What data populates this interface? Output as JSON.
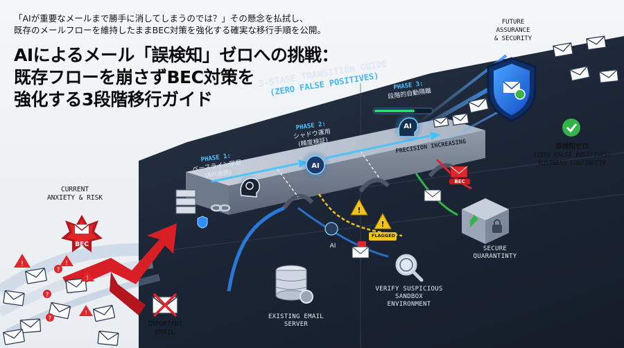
{
  "header": {
    "subtitle_line1": "「AIが重要なメールまで勝手に消してしまうのでは？」その懸念を払拭し、",
    "subtitle_line2": "既存のメールフローを維持したままBEC対策を強化する確実な移行手順を公開。",
    "title_line1": "AIによるメール「誤検知」ゼロへの挑戦：",
    "title_line2": "既存フローを崩さずBEC対策を",
    "title_line3": "強化する3段階移行ガイド"
  },
  "guide": {
    "title": "3-STAGE TRANSITION GUIDE",
    "subtitle": "(ZERO FALSE POSITIVES)"
  },
  "phases": [
    {
      "name": "PHASE 1:",
      "desc1": "ベースライン学習",
      "desc2": "(API連携)"
    },
    {
      "name": "PHASE 2:",
      "desc1": "シャドウ運用",
      "desc2": "(精度検証)"
    },
    {
      "name": "PHASE 3:",
      "desc1": "段階的自動隔離",
      "desc2": ""
    }
  ],
  "left": {
    "risk_line1": "CURRENT",
    "risk_line2": "ANXIETY & RISK",
    "bec_badge": "BEC",
    "important_line1": "IMPORTANT",
    "important_line2": "EMAIL"
  },
  "center": {
    "server_line1": "EXISTING EMAIL",
    "server_line2": "SERVER",
    "sandbox_line1": "VERIFY SUSPICIOUS",
    "sandbox_line2": "SANDBOX",
    "sandbox_line3": "ENVIRONMENT",
    "ai_small": "AI",
    "ai_chip": "AI",
    "ai_chip3": "AI",
    "flagged": "FLAGGED",
    "precision": "PRECISION INCREASING"
  },
  "right": {
    "future_line1": "FUTURE",
    "future_line2": "ASSURANCE",
    "future_line3": "& SECURITY",
    "zero_jp": "誤検知ゼロ",
    "zero_en": "(ZERO FALSE POSITIVES)",
    "continuity": "BUSINESS CONTINUITY",
    "bec_tag": "BEC",
    "quarantine_line1": "SECURE",
    "quarantine_line2": "QUARANTINTY"
  },
  "colors": {
    "accent_blue": "#2f8fff",
    "glow_cyan": "#4fc3ff",
    "danger_red": "#e0262b",
    "warn_yellow": "#f2c318",
    "ok_green": "#36b24a",
    "board_dark": "#1c2636"
  },
  "icons": [
    "email-icon",
    "warning-icon",
    "question-icon",
    "shield-icon",
    "brain-icon",
    "server-icon",
    "magnifier-icon",
    "lock-icon",
    "check-icon",
    "chain-icon"
  ]
}
